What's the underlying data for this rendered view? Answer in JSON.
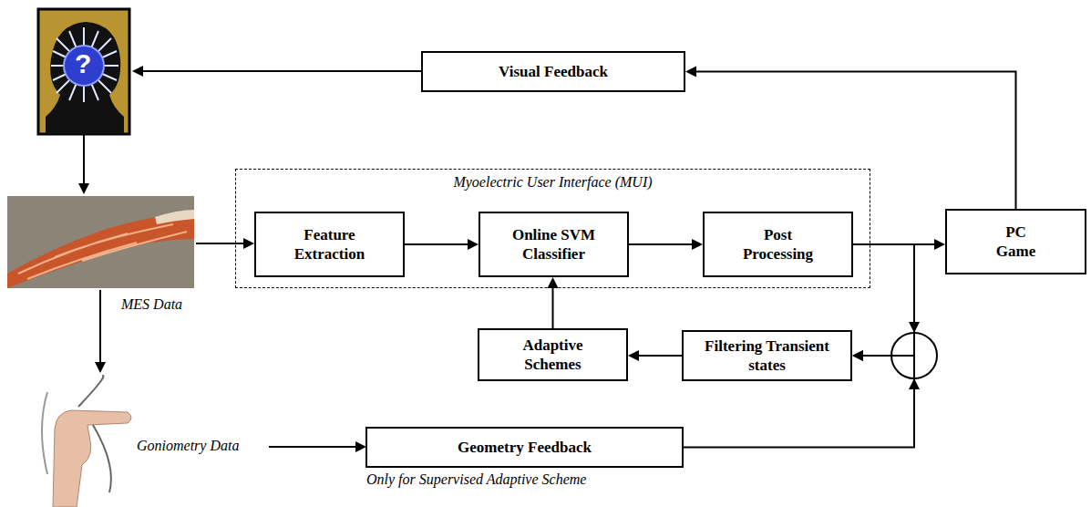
{
  "diagram": {
    "nodes": [
      {
        "text": [
          "Visual Feedback"
        ]
      },
      {
        "text": [
          "Myoelectric User Interface (MUI)"
        ]
      },
      {
        "text": [
          "Feature Extraction"
        ],
        "in": 1
      },
      {
        "text": [
          "Online SVM Classifier"
        ],
        "in": 1
      },
      {
        "text": [
          "Post Processing"
        ],
        "in": 1
      },
      {
        "text": [
          "PC Game"
        ]
      },
      {
        "text": [
          "Adaptive Schemes"
        ]
      },
      {
        "text": [
          "Filtering Transient states"
        ]
      },
      {
        "text": [
          "Geometry Feedback"
        ]
      }
    ],
    "edges": [
      {
        "from": 2,
        "to": 3,
        "arrow": "to"
      },
      {
        "from": 3,
        "to": 4,
        "arrow": "to"
      },
      {
        "from": 4,
        "to": 5,
        "arrow": "to"
      },
      {
        "from": 4,
        "to": 7,
        "arrow": "to"
      },
      {
        "from": 8,
        "to": 7,
        "arrow": "to"
      },
      {
        "from": 7,
        "to": 6,
        "arrow": "to"
      },
      {
        "from": 6,
        "to": 3,
        "arrow": "to"
      },
      {
        "from": 5,
        "to": 0,
        "arrow": "to"
      }
    ],
    "labels": [
      "?",
      "MES Data",
      "Goniometry Data",
      "Only for Supervised Adaptive Scheme"
    ]
  }
}
